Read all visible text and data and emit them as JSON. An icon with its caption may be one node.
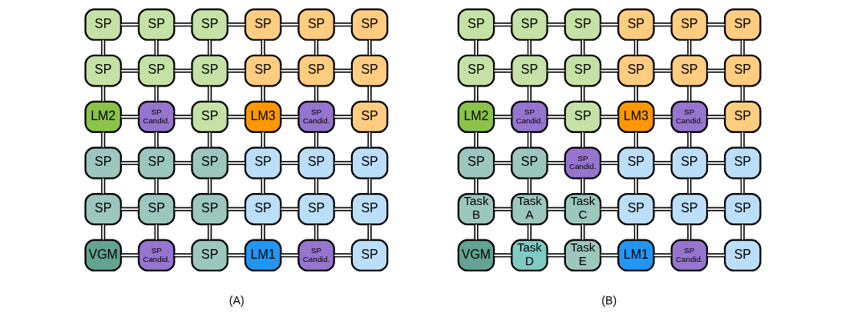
{
  "diagram": {
    "nodes": [
      {
        "text": [
          "SP"
        ]
      },
      {
        "text": [
          "SP"
        ]
      },
      {
        "text": [
          "SP"
        ]
      },
      {
        "text": [
          "SP"
        ]
      },
      {
        "text": [
          "SP"
        ]
      },
      {
        "text": [
          "SP"
        ]
      },
      {
        "text": [
          "SP"
        ]
      },
      {
        "text": [
          "SP"
        ]
      },
      {
        "text": [
          "SP"
        ]
      },
      {
        "text": [
          "SP"
        ]
      },
      {
        "text": [
          "SP"
        ]
      },
      {
        "text": [
          "SP"
        ]
      },
      {
        "text": [
          "LM2"
        ]
      },
      {
        "text": [
          "SP Candid."
        ]
      },
      {
        "text": [
          "SP"
        ]
      },
      {
        "text": [
          "LM3"
        ]
      },
      {
        "text": [
          "SP Candid."
        ]
      },
      {
        "text": [
          "SP"
        ]
      },
      {
        "text": [
          "SP"
        ]
      },
      {
        "text": [
          "SP"
        ]
      },
      {
        "text": [
          "SP"
        ]
      },
      {
        "text": [
          "SP"
        ]
      },
      {
        "text": [
          "SP"
        ]
      },
      {
        "text": [
          "SP"
        ]
      },
      {
        "text": [
          "SP"
        ]
      },
      {
        "text": [
          "SP"
        ]
      },
      {
        "text": [
          "SP"
        ]
      },
      {
        "text": [
          "SP"
        ]
      },
      {
        "text": [
          "SP"
        ]
      },
      {
        "text": [
          "SP"
        ]
      },
      {
        "text": [
          "VGM"
        ]
      },
      {
        "text": [
          "SP Candid."
        ]
      },
      {
        "text": [
          "SP"
        ]
      },
      {
        "text": [
          "LM1"
        ]
      },
      {
        "text": [
          "SP Candid."
        ]
      },
      {
        "text": [
          "SP"
        ]
      },
      {
        "text": [
          "SP"
        ]
      },
      {
        "text": [
          "SP"
        ]
      },
      {
        "text": [
          "SP"
        ]
      },
      {
        "text": [
          "SP"
        ]
      },
      {
        "text": [
          "SP"
        ]
      },
      {
        "text": [
          "SP"
        ]
      },
      {
        "text": [
          "SP"
        ]
      },
      {
        "text": [
          "SP"
        ]
      },
      {
        "text": [
          "SP"
        ]
      },
      {
        "text": [
          "SP"
        ]
      },
      {
        "text": [
          "SP"
        ]
      },
      {
        "text": [
          "SP"
        ]
      },
      {
        "text": [
          "LM2"
        ]
      },
      {
        "text": [
          "SP Candid."
        ]
      },
      {
        "text": [
          "SP"
        ]
      },
      {
        "text": [
          "LM3"
        ]
      },
      {
        "text": [
          "SP Candid."
        ]
      },
      {
        "text": [
          "SP"
        ]
      },
      {
        "text": [
          "SP"
        ]
      },
      {
        "text": [
          "SP"
        ]
      },
      {
        "text": [
          "SP Candid."
        ]
      },
      {
        "text": [
          "SP"
        ]
      },
      {
        "text": [
          "SP"
        ]
      },
      {
        "text": [
          "SP"
        ]
      },
      {
        "text": [
          "Task B"
        ]
      },
      {
        "text": [
          "Task A"
        ]
      },
      {
        "text": [
          "Task C"
        ]
      },
      {
        "text": [
          "SP"
        ]
      },
      {
        "text": [
          "SP"
        ]
      },
      {
        "text": [
          "SP"
        ]
      },
      {
        "text": [
          "VGM"
        ]
      },
      {
        "text": [
          "Task D"
        ]
      },
      {
        "text": [
          "Task E"
        ]
      },
      {
        "text": [
          "LM1"
        ]
      },
      {
        "text": [
          "SP Candid."
        ]
      },
      {
        "text": [
          "SP"
        ]
      }
    ],
    "edges": [
      {
        "from": 0,
        "to": 1,
        "arrow": "none"
      },
      {
        "from": 1,
        "to": 2,
        "arrow": "none"
      },
      {
        "from": 2,
        "to": 3,
        "arrow": "none"
      },
      {
        "from": 3,
        "to": 4,
        "arrow": "none"
      },
      {
        "from": 4,
        "to": 5,
        "arrow": "none"
      },
      {
        "from": 6,
        "to": 7,
        "arrow": "none"
      },
      {
        "from": 7,
        "to": 8,
        "arrow": "none"
      },
      {
        "from": 8,
        "to": 9,
        "arrow": "none"
      },
      {
        "from": 9,
        "to": 10,
        "arrow": "none"
      },
      {
        "from": 10,
        "to": 11,
        "arrow": "none"
      },
      {
        "from": 12,
        "to": 13,
        "arrow": "none"
      },
      {
        "from": 13,
        "to": 14,
        "arrow": "none"
      },
      {
        "from": 14,
        "to": 15,
        "arrow": "none"
      },
      {
        "from": 15,
        "to": 16,
        "arrow": "none"
      },
      {
        "from": 16,
        "to": 17,
        "arrow": "none"
      },
      {
        "from": 18,
        "to": 19,
        "arrow": "none"
      },
      {
        "from": 19,
        "to": 20,
        "arrow": "none"
      },
      {
        "from": 20,
        "to": 21,
        "arrow": "none"
      },
      {
        "from": 21,
        "to": 22,
        "arrow": "none"
      },
      {
        "from": 22,
        "to": 23,
        "arrow": "none"
      },
      {
        "from": 24,
        "to": 25,
        "arrow": "none"
      },
      {
        "from": 25,
        "to": 26,
        "arrow": "none"
      },
      {
        "from": 26,
        "to": 27,
        "arrow": "none"
      },
      {
        "from": 27,
        "to": 28,
        "arrow": "none"
      },
      {
        "from": 28,
        "to": 29,
        "arrow": "none"
      },
      {
        "from": 30,
        "to": 31,
        "arrow": "none"
      },
      {
        "from": 31,
        "to": 32,
        "arrow": "none"
      },
      {
        "from": 32,
        "to": 33,
        "arrow": "none"
      },
      {
        "from": 33,
        "to": 34,
        "arrow": "none"
      },
      {
        "from": 34,
        "to": 35,
        "arrow": "none"
      },
      {
        "from": 0,
        "to": 6,
        "arrow": "none"
      },
      {
        "from": 1,
        "to": 7,
        "arrow": "none"
      },
      {
        "from": 2,
        "to": 8,
        "arrow": "none"
      },
      {
        "from": 3,
        "to": 9,
        "arrow": "none"
      },
      {
        "from": 4,
        "to": 10,
        "arrow": "none"
      },
      {
        "from": 5,
        "to": 11,
        "arrow": "none"
      },
      {
        "from": 6,
        "to": 12,
        "arrow": "none"
      },
      {
        "from": 7,
        "to": 13,
        "arrow": "none"
      },
      {
        "from": 8,
        "to": 14,
        "arrow": "none"
      },
      {
        "from": 9,
        "to": 15,
        "arrow": "none"
      },
      {
        "from": 10,
        "to": 16,
        "arrow": "none"
      },
      {
        "from": 11,
        "to": 17,
        "arrow": "none"
      },
      {
        "from": 12,
        "to": 18,
        "arrow": "none"
      },
      {
        "from": 13,
        "to": 19,
        "arrow": "none"
      },
      {
        "from": 14,
        "to": 20,
        "arrow": "none"
      },
      {
        "from": 15,
        "to": 21,
        "arrow": "none"
      },
      {
        "from": 16,
        "to": 22,
        "arrow": "none"
      },
      {
        "from": 17,
        "to": 23,
        "arrow": "none"
      },
      {
        "from": 18,
        "to": 24,
        "arrow": "none"
      },
      {
        "from": 19,
        "to": 25,
        "arrow": "none"
      },
      {
        "from": 20,
        "to": 26,
        "arrow": "none"
      },
      {
        "from": 21,
        "to": 27,
        "arrow": "none"
      },
      {
        "from": 22,
        "to": 28,
        "arrow": "none"
      },
      {
        "from": 23,
        "to": 29,
        "arrow": "none"
      },
      {
        "from": 24,
        "to": 30,
        "arrow": "none"
      },
      {
        "from": 25,
        "to": 31,
        "arrow": "none"
      },
      {
        "from": 26,
        "to": 32,
        "arrow": "none"
      },
      {
        "from": 27,
        "to": 33,
        "arrow": "none"
      },
      {
        "from": 28,
        "to": 34,
        "arrow": "none"
      },
      {
        "from": 29,
        "to": 35,
        "arrow": "none"
      },
      {
        "from": 36,
        "to": 37,
        "arrow": "none"
      },
      {
        "from": 37,
        "to": 38,
        "arrow": "none"
      },
      {
        "from": 38,
        "to": 39,
        "arrow": "none"
      },
      {
        "from": 39,
        "to": 40,
        "arrow": "none"
      },
      {
        "from": 40,
        "to": 41,
        "arrow": "none"
      },
      {
        "from": 42,
        "to": 43,
        "arrow": "none"
      },
      {
        "from": 43,
        "to": 44,
        "arrow": "none"
      },
      {
        "from": 44,
        "to": 45,
        "arrow": "none"
      },
      {
        "from": 45,
        "to": 46,
        "arrow": "none"
      },
      {
        "from": 46,
        "to": 47,
        "arrow": "none"
      },
      {
        "from": 48,
        "to": 49,
        "arrow": "none"
      },
      {
        "from": 49,
        "to": 50,
        "arrow": "none"
      },
      {
        "from": 50,
        "to": 51,
        "arrow": "none"
      },
      {
        "from": 51,
        "to": 52,
        "arrow": "none"
      },
      {
        "from": 52,
        "to": 53,
        "arrow": "none"
      },
      {
        "from": 54,
        "to": 55,
        "arrow": "none"
      },
      {
        "from": 55,
        "to": 56,
        "arrow": "none"
      },
      {
        "from": 56,
        "to": 57,
        "arrow": "none"
      },
      {
        "from": 57,
        "to": 58,
        "arrow": "none"
      },
      {
        "from": 58,
        "to": 59,
        "arrow": "none"
      },
      {
        "from": 60,
        "to": 61,
        "arrow": "none"
      },
      {
        "from": 61,
        "to": 62,
        "arrow": "none"
      },
      {
        "from": 62,
        "to": 63,
        "arrow": "none"
      },
      {
        "from": 63,
        "to": 64,
        "arrow": "none"
      },
      {
        "from": 64,
        "to": 65,
        "arrow": "none"
      },
      {
        "from": 66,
        "to": 67,
        "arrow": "none"
      },
      {
        "from": 67,
        "to": 68,
        "arrow": "none"
      },
      {
        "from": 68,
        "to": 69,
        "arrow": "none"
      },
      {
        "from": 69,
        "to": 70,
        "arrow": "none"
      },
      {
        "from": 70,
        "to": 71,
        "arrow": "none"
      },
      {
        "from": 36,
        "to": 42,
        "arrow": "none"
      },
      {
        "from": 37,
        "to": 43,
        "arrow": "none"
      },
      {
        "from": 38,
        "to": 44,
        "arrow": "none"
      },
      {
        "from": 39,
        "to": 45,
        "arrow": "none"
      },
      {
        "from": 40,
        "to": 46,
        "arrow": "none"
      },
      {
        "from": 41,
        "to": 47,
        "arrow": "none"
      },
      {
        "from": 42,
        "to": 48,
        "arrow": "none"
      },
      {
        "from": 43,
        "to": 49,
        "arrow": "none"
      },
      {
        "from": 44,
        "to": 50,
        "arrow": "none"
      },
      {
        "from": 45,
        "to": 51,
        "arrow": "none"
      },
      {
        "from": 46,
        "to": 52,
        "arrow": "none"
      },
      {
        "from": 47,
        "to": 53,
        "arrow": "none"
      },
      {
        "from": 48,
        "to": 54,
        "arrow": "none"
      },
      {
        "from": 49,
        "to": 55,
        "arrow": "none"
      },
      {
        "from": 50,
        "to": 56,
        "arrow": "none"
      },
      {
        "from": 51,
        "to": 57,
        "arrow": "none"
      },
      {
        "from": 52,
        "to": 58,
        "arrow": "none"
      },
      {
        "from": 53,
        "to": 59,
        "arrow": "none"
      },
      {
        "from": 54,
        "to": 60,
        "arrow": "none"
      },
      {
        "from": 55,
        "to": 61,
        "arrow": "none"
      },
      {
        "from": 56,
        "to": 62,
        "arrow": "none"
      },
      {
        "from": 57,
        "to": 63,
        "arrow": "none"
      },
      {
        "from": 58,
        "to": 64,
        "arrow": "none"
      },
      {
        "from": 59,
        "to": 65,
        "arrow": "none"
      },
      {
        "from": 60,
        "to": 66,
        "arrow": "none"
      },
      {
        "from": 61,
        "to": 67,
        "arrow": "none"
      },
      {
        "from": 62,
        "to": 68,
        "arrow": "none"
      },
      {
        "from": 63,
        "to": 69,
        "arrow": "none"
      },
      {
        "from": 64,
        "to": 70,
        "arrow": "none"
      },
      {
        "from": 65,
        "to": 71,
        "arrow": "none"
      }
    ],
    "labels": [
      "(A)",
      "(B)"
    ]
  }
}
